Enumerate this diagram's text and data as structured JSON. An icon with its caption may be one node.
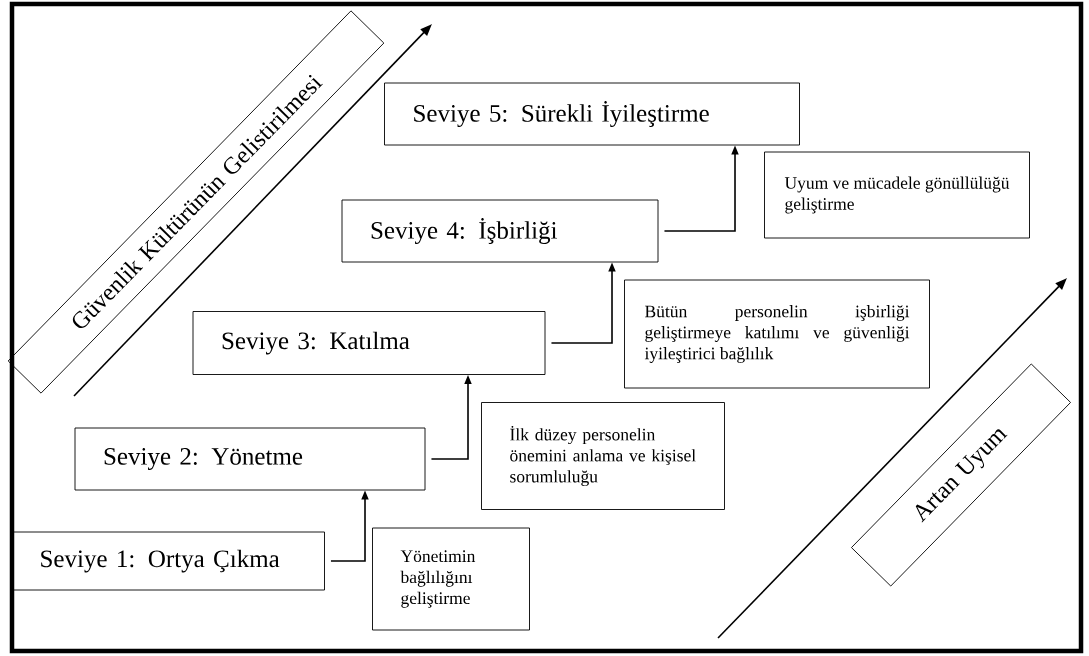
{
  "diagram": {
    "nodes": [
      {
        "text": [
          "Güvenlik Kültürünün Gelistirilmesi"
        ]
      },
      {
        "text": [
          "Seviye 5: Sürekli İyileştirme"
        ]
      },
      {
        "text": [
          "Uyum ve mücadele gönüllülüğü geliştirme"
        ]
      },
      {
        "text": [
          "Seviye 4: İşbirliği"
        ]
      },
      {
        "text": [
          "Bütün personelin işbirliği geliştirmeye katılımı ve güvenliği iyileştirici bağlılık"
        ]
      },
      {
        "text": [
          "Seviye 3: Katılma"
        ]
      },
      {
        "text": [
          "İlk düzey personelin önemini anlama ve kişisel sorumluluğu"
        ]
      },
      {
        "text": [
          "Seviye 2: Yönetme"
        ]
      },
      {
        "text": [
          "Yönetimin bağlılığını geliştirme"
        ]
      },
      {
        "text": [
          "Seviye 1: Ortya Çıkma"
        ]
      },
      {
        "text": [
          "Artan Uyum"
        ]
      }
    ],
    "edges": [
      {
        "from": 9,
        "to": 7,
        "arrow": "to"
      },
      {
        "from": 7,
        "to": 5,
        "arrow": "to"
      },
      {
        "from": 5,
        "to": 3,
        "arrow": "to"
      },
      {
        "from": 3,
        "to": 1,
        "arrow": "to"
      }
    ]
  }
}
